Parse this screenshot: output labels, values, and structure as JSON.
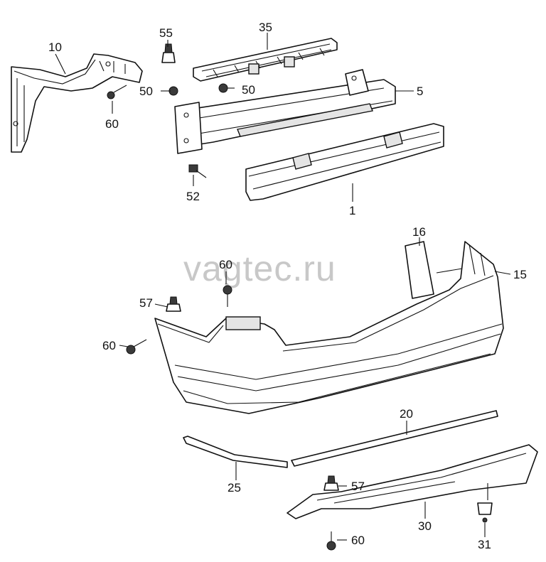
{
  "watermark": "vagtec.ru",
  "callouts": [
    "10",
    "55",
    "35",
    "50",
    "50",
    "60",
    "5",
    "52",
    "1",
    "16",
    "15",
    "60",
    "57",
    "60",
    "20",
    "25",
    "57",
    "30",
    "60",
    "31"
  ]
}
